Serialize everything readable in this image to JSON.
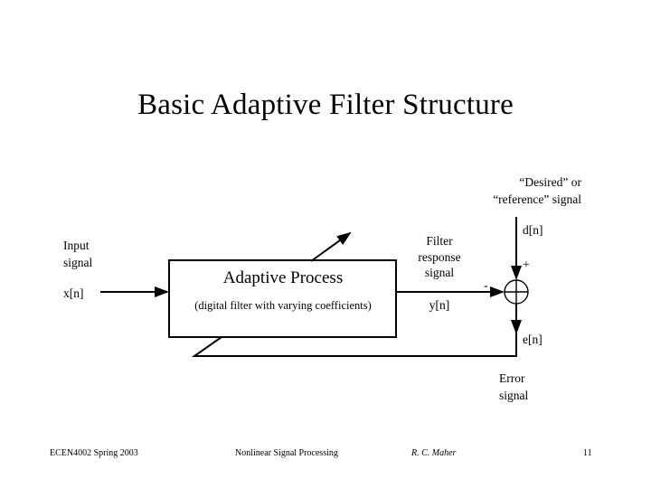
{
  "slide": {
    "title": "Basic Adaptive Filter Structure"
  },
  "diagram": {
    "block": {
      "title": "Adaptive Process",
      "subtitle": "(digital filter with varying coefficients)"
    },
    "input": {
      "caption": "Input\nsignal",
      "symbol": "x[n]"
    },
    "output": {
      "caption": "Filter\nresponse\nsignal",
      "symbol": "y[n]"
    },
    "desired": {
      "caption": "“Desired” or\n“reference” signal",
      "symbol": "d[n]"
    },
    "error": {
      "symbol": "e[n]",
      "caption": "Error\nsignal"
    },
    "summer": {
      "plus": "+",
      "minus": "-"
    },
    "stroke_color": "#000000"
  },
  "footer": {
    "course": "ECEN4002 Spring 2003",
    "course_title": "Nonlinear Signal Processing",
    "author": "R. C. Maher",
    "page": "11"
  }
}
